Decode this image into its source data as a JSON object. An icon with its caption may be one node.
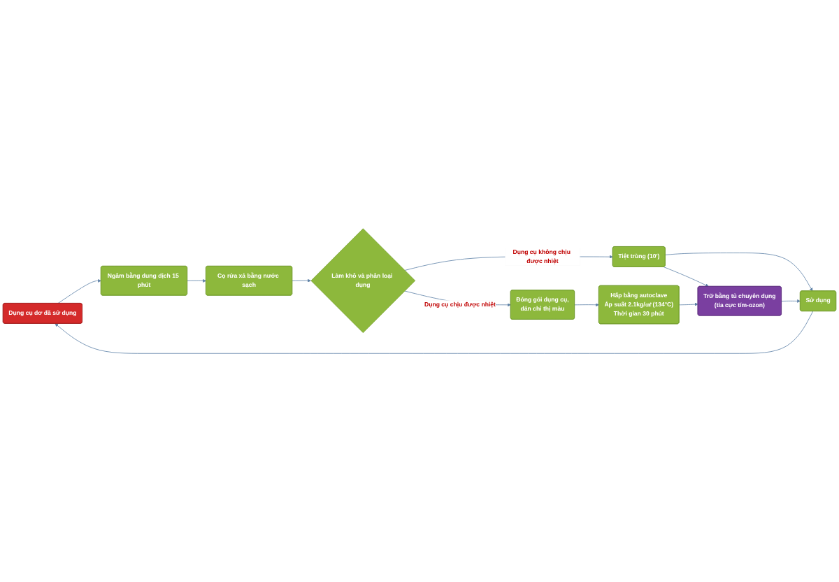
{
  "diagram": {
    "nodes": [
      {
        "text": [
          "Dụng cụ dơ đã sử dụng"
        ]
      },
      {
        "text": [
          "Ngâm bằng dung dịch 15 phút"
        ]
      },
      {
        "text": [
          "Cọ rửa xả bằng nước sạch"
        ]
      },
      {
        "text": [
          "Sử dụng"
        ]
      },
      {
        "text": [
          "Tiệt trùng (10')"
        ]
      },
      {
        "text": [
          "Làm khô và phân loại dụng"
        ]
      },
      {
        "text": [
          "Trữ bằng tủ chuyên dụng",
          "(tia cực tím-ozon)"
        ]
      },
      {
        "text": [
          "Hấp bằng autoclave",
          "Áp suất 2.1kg/㎠ (134°C)",
          "Thời gian 30 phút"
        ]
      },
      {
        "text": [
          "Đóng gói dụng cụ,",
          "dán chỉ thị màu"
        ]
      }
    ],
    "edges": [
      {
        "from": 0,
        "to": 1,
        "arrow": "to"
      },
      {
        "from": 1,
        "to": 2,
        "arrow": "to"
      },
      {
        "from": 2,
        "to": 5,
        "arrow": "to"
      },
      {
        "from": 5,
        "to": 4,
        "arrow": "to",
        "label": "Dụng cụ không chịu được nhiệt"
      },
      {
        "from": 4,
        "to": 3,
        "arrow": "to"
      },
      {
        "from": 3,
        "to": 0,
        "arrow": "to"
      },
      {
        "from": 5,
        "to": 8,
        "arrow": "to",
        "label": "Dụng cụ chịu được nhiệt"
      },
      {
        "from": 8,
        "to": 7,
        "arrow": "to"
      },
      {
        "from": 7,
        "to": 6,
        "arrow": "to"
      },
      {
        "from": 6,
        "to": 3,
        "arrow": "to"
      },
      {
        "from": 4,
        "to": 6,
        "arrow": "to"
      }
    ]
  }
}
